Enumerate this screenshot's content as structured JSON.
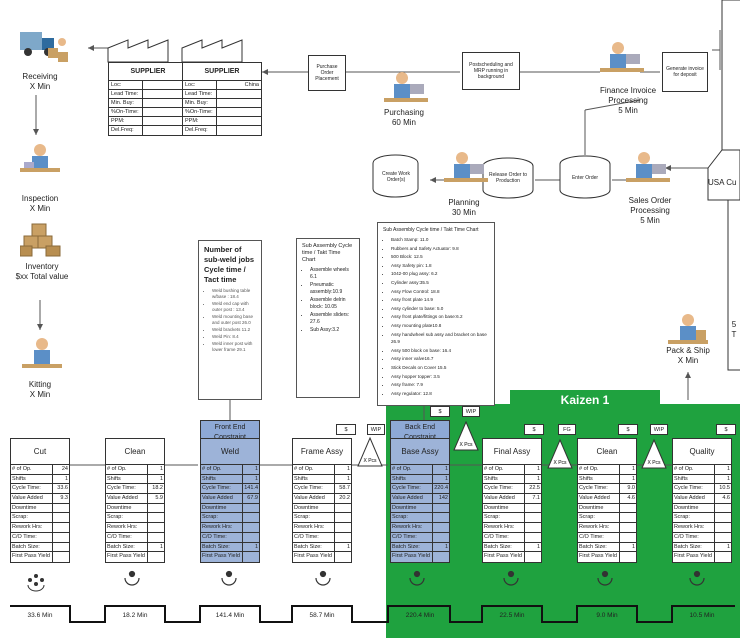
{
  "receiving": {
    "label": "Receiving",
    "time": "X Min"
  },
  "inspection": {
    "label": "Inspection",
    "time": "X Min"
  },
  "inventory": {
    "label": "Inventory",
    "value": "$xx Total value"
  },
  "kitting": {
    "label": "Kitting",
    "time": "X Min"
  },
  "suppliers": [
    {
      "title": "SUPPLIER",
      "rows": [
        [
          "Loc:",
          ""
        ],
        [
          "Lead Time:",
          ""
        ],
        [
          "Min. Buy:",
          ""
        ],
        [
          "%On-Time:",
          ""
        ],
        [
          "PPM:",
          ""
        ],
        [
          "Del.Freq:",
          ""
        ]
      ]
    },
    {
      "title": "SUPPLIER",
      "rows": [
        [
          "Loc:",
          "China"
        ],
        [
          "Lead Time:",
          ""
        ],
        [
          "Min. Buy:",
          ""
        ],
        [
          "%On-Time:",
          ""
        ],
        [
          "PPM:",
          ""
        ],
        [
          "Del.Freq:",
          ""
        ]
      ]
    }
  ],
  "po_placement": "Purchase Order Placement",
  "mrp_box": "Postscheduling and MRP running in background",
  "purchasing": {
    "label": "Purchasing",
    "time": "60 Min"
  },
  "finance": {
    "label": "Finance Invoice Processing",
    "time": "5 Min"
  },
  "invoice_box": "Generate invoice for deposit",
  "create_work_orders": "Create Work Order(s)",
  "planning": {
    "label": "Planning",
    "time": "30 Min"
  },
  "release_order": "Release Order to Production",
  "enter_order": "Enter Order",
  "sales_order": {
    "label": "Sales Order Processing",
    "time": "5 Min"
  },
  "usa_customer": "USA Cu",
  "right_edge": {
    "n": "5",
    "t": "T"
  },
  "pack_ship": {
    "label": "Pack & Ship",
    "time": "X Min"
  },
  "weld_note": {
    "title": "Number of sub-weld jobs Cycle time / Tact time",
    "items": [
      "Weld bushing table w/base : 18.4",
      "Weld end cap with outer post : 13.4",
      "Weld mounting base and outer post 26.0",
      "Weld brackets 11.2",
      "Weld Pin: 8.4",
      "Weld inner post with lower frame 29.1"
    ]
  },
  "frame_note": {
    "title": "Sub Assembly Cycle time / Takt Time Chart",
    "items": [
      "Assemble wheels 6.1",
      "Pneumatic assembly:10.9",
      "Assemble delrin block: 10.05",
      "Assemble sliders: 27.6",
      "Sub Assy:3.2"
    ]
  },
  "sa_note": {
    "title": "Sub Assembly Cycle time / Takt Time Chart",
    "items": [
      "Batch Stamp: 11.0",
      "Rubbers and Safety Actuator: 9.8",
      "500 Block: 12.5",
      "Assy Safety pin: 1.8",
      "1042-00 plug assy: 6.2",
      "Cylinder assy:35.5",
      "Assy Flow Control: 18.8",
      "Assy front plate 14.9",
      "Assy cylinder to base: 5.0",
      "Assy front plate/fittings on base:6.2",
      "Assy mounting plate10.8",
      "Assy handwheel sub assy and bracket on base 26.9",
      "Assy 500 block on base: 16.4",
      "Assy inner valve16.7",
      "Stick Decals on Cover 15.5",
      "Assy hopper topper: 3.5",
      "Assy frame: 7.9",
      "Assy regulator: 12.8"
    ]
  },
  "kaizen": "Kaizen 1",
  "front_end_constraint": "Front End Constraint",
  "back_end_constraint": "Back End Constraint",
  "wip": "WIP",
  "xpcs": "X Pcs",
  "dollar": "$",
  "stations": [
    {
      "name": "Cut",
      "rows": [
        [
          "# of Op.",
          "24"
        ],
        [
          "Shifts",
          "1"
        ],
        [
          "Cycle Time:",
          "33.6"
        ],
        [
          "Value Added",
          "9.3"
        ],
        [
          "Downtime",
          ""
        ],
        [
          "Scrap:",
          ""
        ],
        [
          "Rework Hrs:",
          ""
        ],
        [
          "C/O Time:",
          ""
        ],
        [
          "Batch Size:",
          ""
        ],
        [
          "First Pass Yield",
          ""
        ]
      ]
    },
    {
      "name": "Clean",
      "rows": [
        [
          "# of Op.",
          "1"
        ],
        [
          "Shifts",
          "1"
        ],
        [
          "Cycle Time:",
          "18.2"
        ],
        [
          "Value Added",
          "5.9"
        ],
        [
          "Downtime",
          ""
        ],
        [
          "Scrap:",
          ""
        ],
        [
          "Rework Hrs:",
          ""
        ],
        [
          "C/O Time:",
          ""
        ],
        [
          "Batch Size:",
          "1"
        ],
        [
          "First Pass Yield",
          ""
        ]
      ]
    },
    {
      "name": "Weld",
      "rows": [
        [
          "# of Op.",
          "1"
        ],
        [
          "Shifts",
          "1"
        ],
        [
          "Cycle Time:",
          "141.4"
        ],
        [
          "Value Added",
          "67.9"
        ],
        [
          "Downtime",
          ""
        ],
        [
          "Scrap:",
          ""
        ],
        [
          "Rework Hrs:",
          ""
        ],
        [
          "C/O Time:",
          ""
        ],
        [
          "Batch Size:",
          "1"
        ],
        [
          "First Pass Yield",
          ""
        ]
      ]
    },
    {
      "name": "Frame Assy",
      "rows": [
        [
          "# of Op.",
          "1"
        ],
        [
          "Shifts",
          "1"
        ],
        [
          "Cycle Time:",
          "58.7"
        ],
        [
          "Value Added",
          "20.2"
        ],
        [
          "Downtime",
          ""
        ],
        [
          "Scrap:",
          ""
        ],
        [
          "Rework Hrs:",
          ""
        ],
        [
          "C/O Time:",
          ""
        ],
        [
          "Batch Size:",
          "1"
        ],
        [
          "First Pass Yield",
          ""
        ]
      ]
    },
    {
      "name": "Base Assy",
      "rows": [
        [
          "# of Op.",
          "1"
        ],
        [
          "Shifts",
          "1"
        ],
        [
          "Cycle Time:",
          "220.4"
        ],
        [
          "Value Added",
          "142"
        ],
        [
          "Downtime",
          ""
        ],
        [
          "Scrap:",
          ""
        ],
        [
          "Rework Hrs:",
          ""
        ],
        [
          "C/O Time:",
          ""
        ],
        [
          "Batch Size:",
          "1"
        ],
        [
          "First Pass Yield",
          ""
        ]
      ]
    },
    {
      "name": "Final Assy",
      "rows": [
        [
          "# of Op.",
          "1"
        ],
        [
          "Shifts",
          "1"
        ],
        [
          "Cycle Time:",
          "22.5"
        ],
        [
          "Value Added",
          "7.1"
        ],
        [
          "Downtime",
          ""
        ],
        [
          "Scrap:",
          ""
        ],
        [
          "Rework Hrs:",
          ""
        ],
        [
          "C/O Time:",
          ""
        ],
        [
          "Batch Size:",
          "1"
        ],
        [
          "First Pass Yield",
          ""
        ]
      ]
    },
    {
      "name": "Clean",
      "rows": [
        [
          "# of Op.",
          "1"
        ],
        [
          "Shifts",
          "1"
        ],
        [
          "Cycle Time:",
          "9.0"
        ],
        [
          "Value Added",
          "4.6"
        ],
        [
          "Downtime",
          ""
        ],
        [
          "Scrap:",
          ""
        ],
        [
          "Rework Hrs:",
          ""
        ],
        [
          "C/O Time:",
          ""
        ],
        [
          "Batch Size:",
          "1"
        ],
        [
          "First Pass Yield",
          ""
        ]
      ]
    },
    {
      "name": "Quality",
      "rows": [
        [
          "# of Op.",
          "1"
        ],
        [
          "Shifts",
          "1"
        ],
        [
          "Cycle Time:",
          "10.5"
        ],
        [
          "Value Added",
          "4.6"
        ],
        [
          "Downtime",
          ""
        ],
        [
          "Scrap:",
          ""
        ],
        [
          "Rework Hrs:",
          ""
        ],
        [
          "C/O Time:",
          ""
        ],
        [
          "Batch Size:",
          "1"
        ],
        [
          "First Pass Yield",
          ""
        ]
      ]
    }
  ],
  "timeline": [
    "33.6 Min",
    "18.2 Min",
    "141.4 Min",
    "58.7 Min",
    "220.4 Min",
    "22.5 Min",
    "9.0 Min",
    "10.5 Min"
  ],
  "colors": {
    "kaizen": "#1fa23f",
    "constraint": "#8ea9d6",
    "blue_station": "#9db3d8"
  }
}
